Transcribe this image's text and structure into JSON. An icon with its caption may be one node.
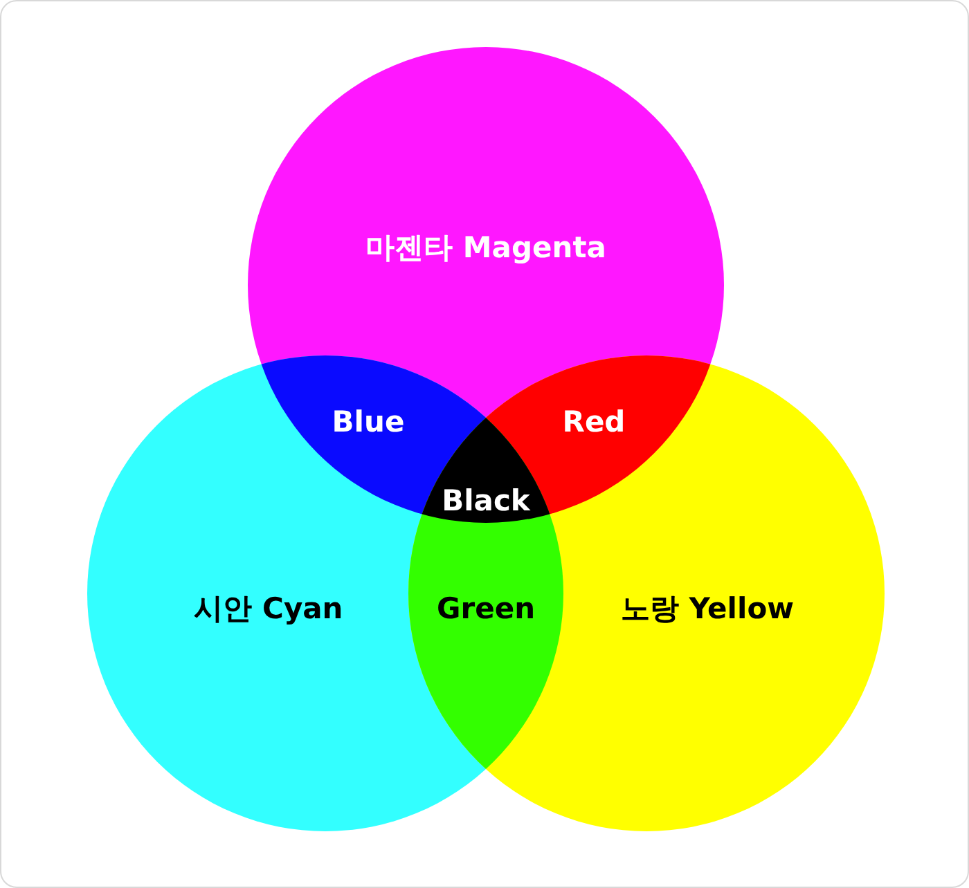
{
  "diagram": {
    "nodes": [
      {
        "text": [
          "마젠타 Magenta"
        ]
      },
      {
        "text": [
          "시안 Cyan"
        ]
      },
      {
        "text": [
          "노랑 Yellow"
        ]
      }
    ],
    "labels": [
      "Blue",
      "Red",
      "Black",
      "Green"
    ]
  }
}
